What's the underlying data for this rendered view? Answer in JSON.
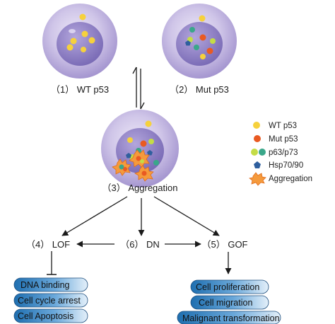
{
  "cells": {
    "wt": {
      "label": "（1） WT p53"
    },
    "mut": {
      "label": "（2） Mut p53"
    },
    "aggregation": {
      "label": "（3） Aggregation"
    }
  },
  "outcomes": {
    "lof": "（4） LOF",
    "dn": "（6） DN",
    "gof": "（5） GOF"
  },
  "lof_effects": [
    "DNA binding",
    "Cell cycle arrest",
    "Cell Apoptosis"
  ],
  "gof_effects": [
    "Cell proliferation",
    "Cell migration",
    "Malignant transformation"
  ],
  "legend": [
    {
      "label": "WT p53",
      "icon": "yellow-dot-icon"
    },
    {
      "label": "Mut p53",
      "icon": "orange-dot-icon"
    },
    {
      "label": "p63/p73",
      "icon": "lime-teal-dots-icon"
    },
    {
      "label": "Hsp70/90",
      "icon": "blue-pentagon-icon"
    },
    {
      "label": "Aggregation",
      "icon": "orange-burst-icon"
    }
  ],
  "colors": {
    "cell_outer": "#c9bfe3",
    "cell_inner": "#8d7ec0",
    "wt_p53": "#f6d13c",
    "mut_p53": "#e95a22",
    "p63": "#c4dc46",
    "p73": "#3aa78a",
    "hsp": "#2f5f9e",
    "aggregation": "#f59a3c",
    "pill_dark": "#1f6fb0",
    "pill_light": "#d6e8f6"
  }
}
